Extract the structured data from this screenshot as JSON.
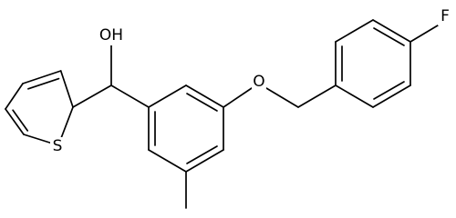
{
  "labels": {
    "hydroxyl": "OH",
    "ether_oxygen": "O",
    "fluorine": "F",
    "thiophene_sulfur": "S"
  },
  "colors": {
    "bond": "#000000",
    "text": "#000000",
    "background": "#ffffff"
  }
}
